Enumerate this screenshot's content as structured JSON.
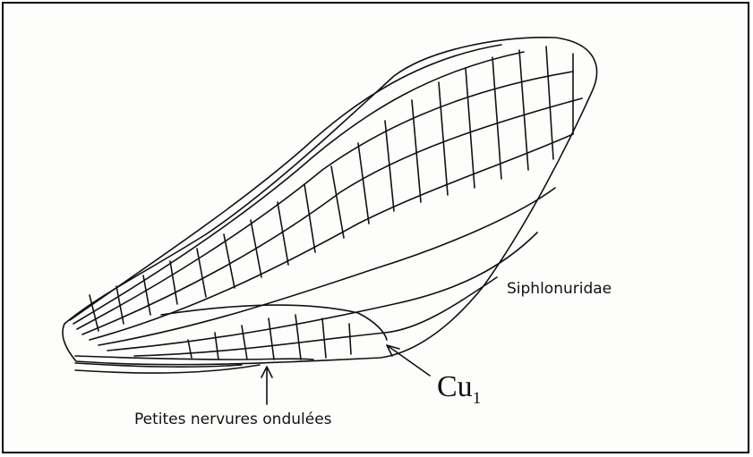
{
  "figure": {
    "family_label": "Siphlonuridae",
    "vein_label": "Cu",
    "vein_label_subscript": "1",
    "crossvein_note": "Petites nervures ondulées"
  },
  "colors": {
    "ink": "#111111",
    "background": "#fdfdfc",
    "border": "#000000"
  }
}
